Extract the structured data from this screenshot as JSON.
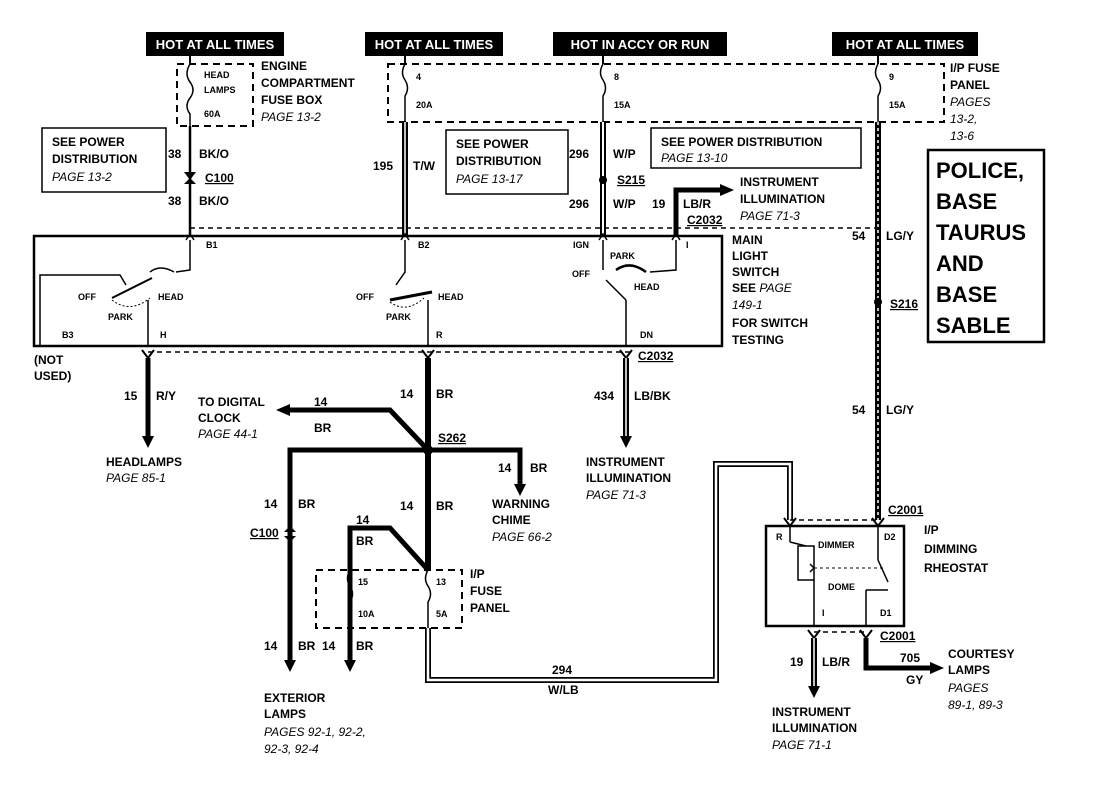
{
  "headers": {
    "h1": "HOT AT ALL TIMES",
    "h2": "HOT AT ALL TIMES",
    "h3": "HOT IN ACCY OR RUN",
    "h4": "HOT AT ALL TIMES"
  },
  "engine_box": {
    "inner1": "HEAD",
    "inner2": "LAMPS",
    "fuse": "60A",
    "line1": "ENGINE",
    "line2": "COMPARTMENT",
    "line3": "FUSE BOX",
    "page": "PAGE 13-2"
  },
  "ip_panel_top": {
    "line1": "I/P FUSE",
    "line2": "PANEL",
    "page1": "PAGES",
    "page2": "13-2,",
    "page3": "13-6",
    "f4": "4",
    "f4a": "20A",
    "f8": "8",
    "f8a": "15A",
    "f9": "9",
    "f9a": "15A"
  },
  "see_power": {
    "a1": "SEE POWER",
    "a2": "DISTRIBUTION",
    "a3": "PAGE 13-2",
    "b1": "SEE POWER",
    "b2": "DISTRIBUTION",
    "b3": "PAGE 13-17",
    "c1": "SEE POWER DISTRIBUTION",
    "c2": "PAGE 13-10"
  },
  "wires": {
    "w38a": "38",
    "c38a": "BK/O",
    "c100": "C100",
    "w38b": "38",
    "c38b": "BK/O",
    "w195": "195",
    "c195": "T/W",
    "w296a": "296",
    "c296a": "W/P",
    "s215": "S215",
    "w296b": "296",
    "c296b": "W/P",
    "w19a": "19",
    "c19a": "LB/R",
    "c2032a": "C2032",
    "w54a": "54",
    "c54a": "LG/Y",
    "s216": "S216",
    "w54b": "54",
    "c54b": "LG/Y",
    "w15": "15",
    "c15": "R/Y",
    "w14a": "14",
    "c14a": "BR",
    "w14dc": "14",
    "c14dc": "BR",
    "s262": "S262",
    "w14wc": "14",
    "c14wc": "BR",
    "w434": "434",
    "c434": "LB/BK",
    "c2032b": "C2032",
    "w14l": "14",
    "c14l": "BR",
    "c100b": "C100",
    "w14m": "14",
    "c14m": "BR",
    "w14n": "14",
    "c14n": "BR",
    "w14o": "14",
    "c14o": "BR",
    "w14p": "14",
    "c14p": "BR",
    "w294": "294",
    "c294": "W/LB",
    "c2001a": "C2001",
    "c2001b": "C2001",
    "w19b": "19",
    "c19b": "LB/R",
    "w705": "705",
    "c705": "GY"
  },
  "switch": {
    "b1": "B1",
    "b2": "B2",
    "ign": "IGN",
    "i": "I",
    "b3": "B3",
    "h": "H",
    "r": "R",
    "dn": "DN",
    "off1": "OFF",
    "head1": "HEAD",
    "park1": "PARK",
    "off2": "OFF",
    "head2": "HEAD",
    "park2": "PARK",
    "park3": "PARK",
    "off3": "OFF",
    "head3": "HEAD",
    "name1": "MAIN",
    "name2": "LIGHT",
    "name3": "SWITCH",
    "see1": "SEE",
    "see2": "PAGE",
    "see3": "149-1",
    "see4": "FOR SWITCH",
    "see5": "TESTING"
  },
  "not_used": {
    "l1": "(NOT",
    "l2": "USED)"
  },
  "destinations": {
    "ii1": "INSTRUMENT",
    "ii2": "ILLUMINATION",
    "ii3": "PAGE 71-3",
    "dc1": "TO DIGITAL",
    "dc2": "CLOCK",
    "dc3": "PAGE 44-1",
    "hl1": "HEADLAMPS",
    "hl2": "PAGE 85-1",
    "wc1": "WARNING",
    "wc2": "CHIME",
    "wc3": "PAGE 66-2",
    "ii4": "INSTRUMENT",
    "ii5": "ILLUMINATION",
    "ii6": "PAGE 71-3",
    "el1": "EXTERIOR",
    "el2": "LAMPS",
    "el3": "PAGES 92-1, 92-2,",
    "el4": "92-3, 92-4",
    "ii7": "INSTRUMENT",
    "ii8": "ILLUMINATION",
    "ii9": "PAGE 71-1",
    "cl1": "COURTESY",
    "cl2": "LAMPS",
    "cl3": "PAGES",
    "cl4": "89-1, 89-3"
  },
  "ip_panel_bottom": {
    "l1": "I/P",
    "l2": "FUSE",
    "l3": "PANEL",
    "f15": "15",
    "f15a": "10A",
    "f13": "13",
    "f13a": "5A"
  },
  "rheostat": {
    "l1": "I/P",
    "l2": "DIMMING",
    "l3": "RHEOSTAT",
    "r": "R",
    "d2": "D2",
    "dimmer": "DIMMER",
    "dome": "DOME",
    "i": "I",
    "d1": "D1"
  },
  "model_box": {
    "l1": "POLICE,",
    "l2": "BASE",
    "l3": "TAURUS",
    "l4": "AND",
    "l5": "BASE",
    "l6": "SABLE"
  }
}
